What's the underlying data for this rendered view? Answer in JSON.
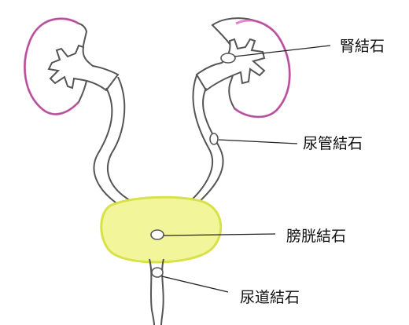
{
  "labels": {
    "kidney_stone": "腎結石",
    "ureteral_stone": "尿管結石",
    "bladder_stone": "膀胱結石",
    "urethral_stone": "尿道結石"
  },
  "colors": {
    "kidney_outline": "#d94fb4",
    "bladder_fill": "#f3f59a",
    "bladder_outline": "#d7e24a",
    "stroke": "#555555",
    "label_line": "#222222"
  }
}
